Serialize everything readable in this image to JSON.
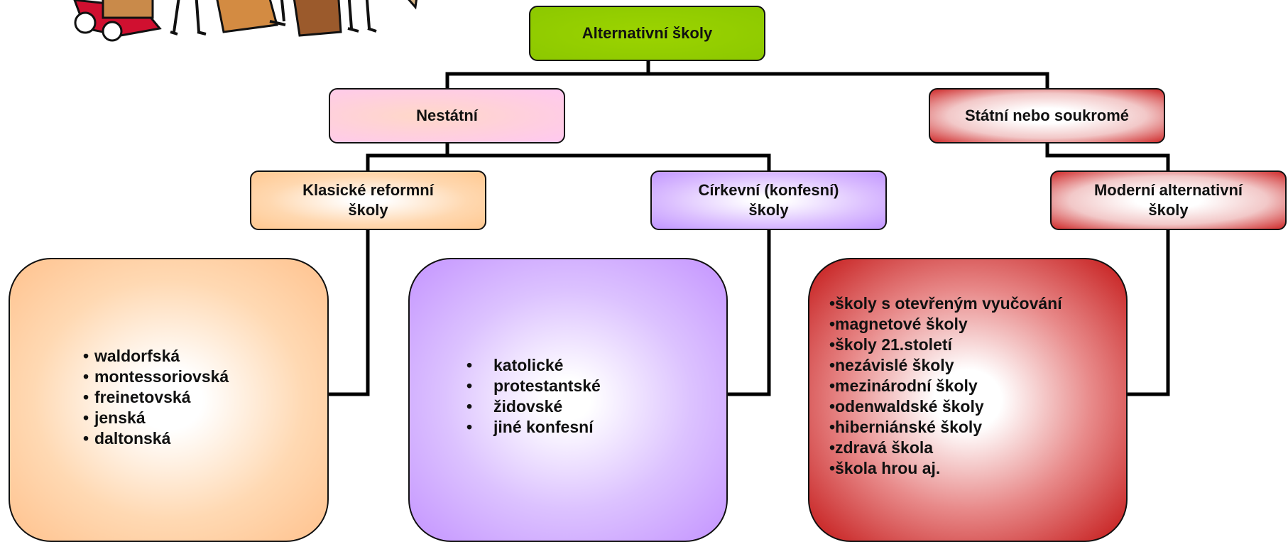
{
  "root": {
    "label": "Alternativní školy"
  },
  "level1": {
    "left": {
      "label": "Nestátní"
    },
    "right": {
      "label": "Státní nebo soukromé"
    }
  },
  "level2": {
    "classic": {
      "label": "Klasické reformní školy"
    },
    "church": {
      "label": "Církevní (konfesní) školy"
    },
    "modern": {
      "label": "Moderní alternativní školy"
    }
  },
  "lists": {
    "classic": [
      "waldorfská",
      "montessoriovská",
      "freinetovská",
      "jenská",
      "daltonská"
    ],
    "church": [
      "katolické",
      "protestantské",
      "židovské",
      "jiné konfesní"
    ],
    "modern": [
      "školy s otevřeným vyučování",
      "magnetové školy",
      "školy 21.století",
      "nezávislé školy",
      "mezinárodní školy",
      "odenwaldské školy",
      "hiberniánské školy",
      "zdravá škola",
      "škola hrou aj."
    ]
  },
  "colors": {
    "green": "#9cd400",
    "orange": "#ffc890",
    "purple": "#c196ff",
    "red": "#c41818",
    "line": "#000000"
  },
  "icons": {
    "clipart": "luggage-cartoon-icon"
  }
}
